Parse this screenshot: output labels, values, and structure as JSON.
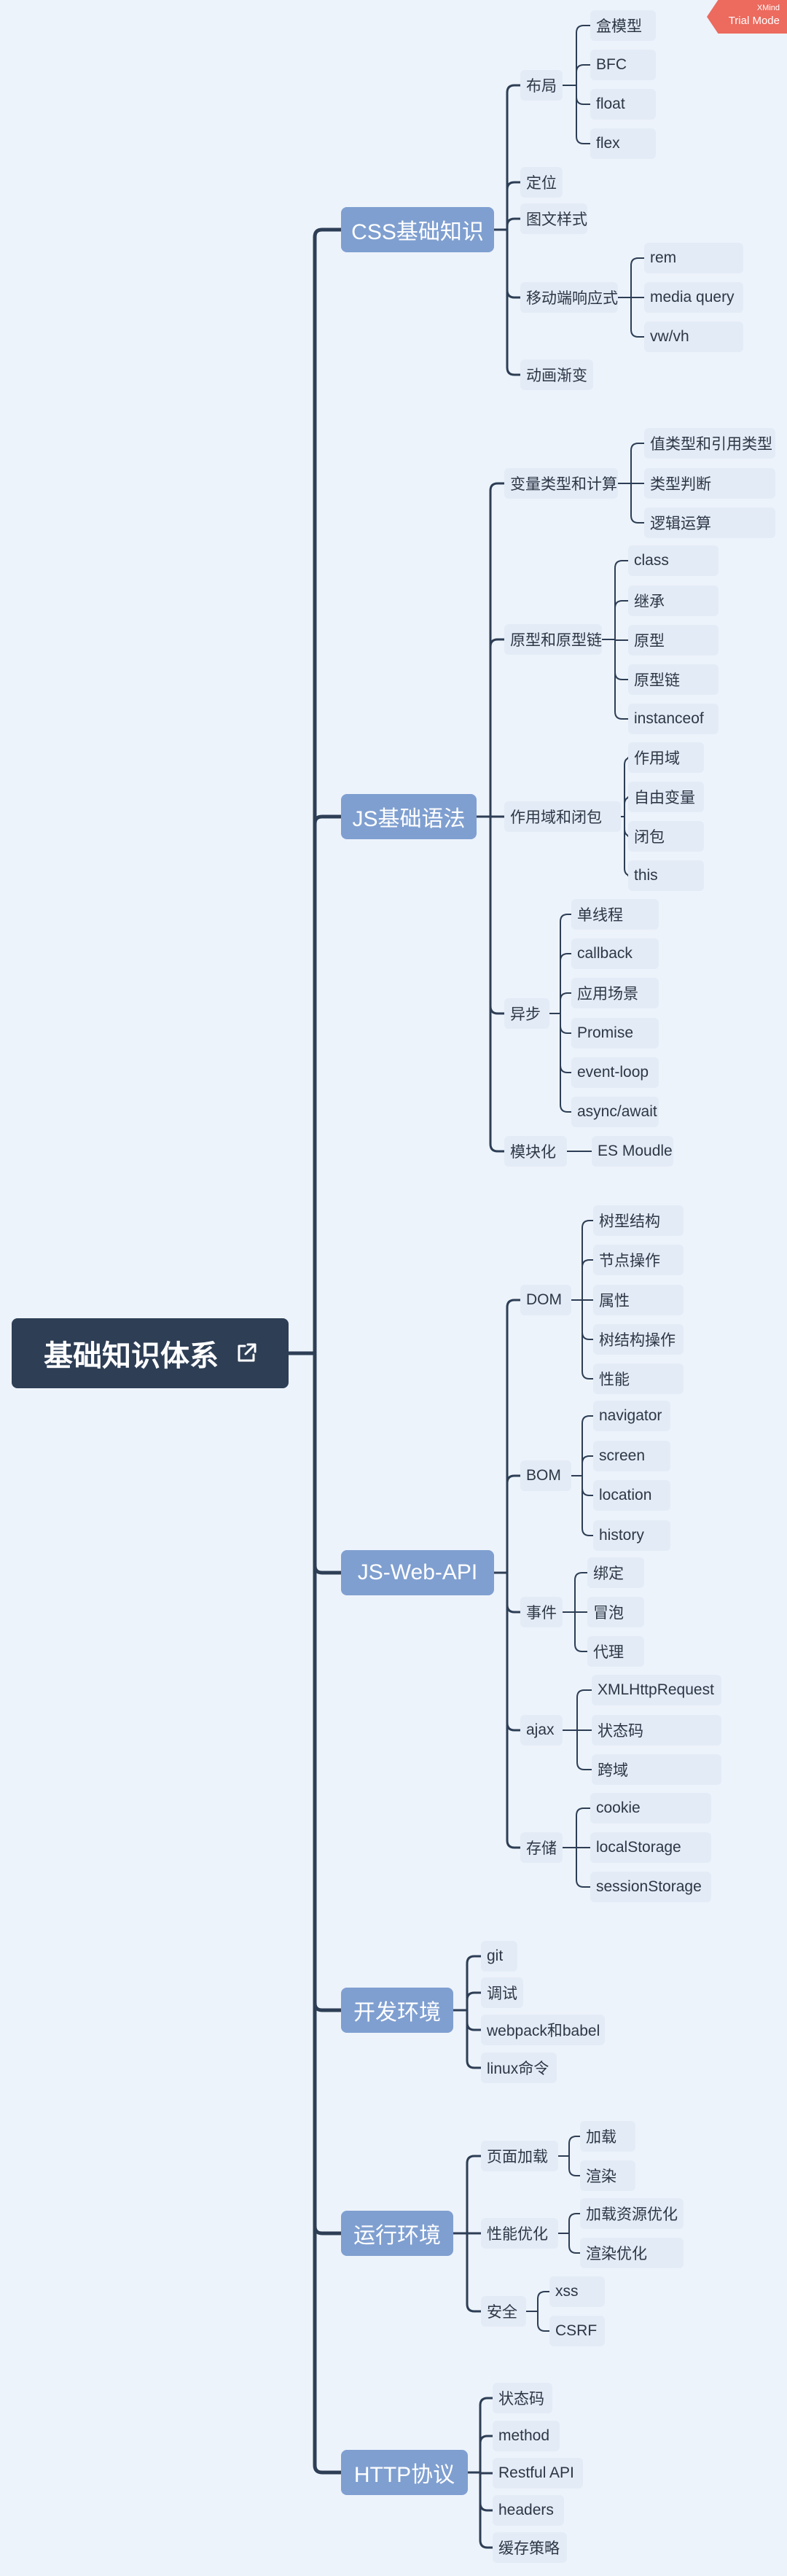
{
  "badge": {
    "line1": "XMind",
    "line2": "Trial Mode"
  },
  "root": {
    "label": "基础知识体系",
    "icon": "external-link-icon"
  },
  "colors": {
    "line": "#2d3e55",
    "root_bg": "#2d3e55",
    "branch_bg": "#7f9fd0",
    "leaf_bg": "#e3ebf6",
    "badge_bg": "#ec6a5e",
    "background": "#edf3fb"
  },
  "branches": [
    {
      "label": "CSS基础知识",
      "children": [
        {
          "label": "布局",
          "children": [
            {
              "label": "盒模型"
            },
            {
              "label": "BFC"
            },
            {
              "label": "float"
            },
            {
              "label": "flex"
            }
          ]
        },
        {
          "label": "定位"
        },
        {
          "label": "图文样式"
        },
        {
          "label": "移动端响应式",
          "children": [
            {
              "label": "rem"
            },
            {
              "label": "media query"
            },
            {
              "label": "vw/vh"
            }
          ]
        },
        {
          "label": "动画渐变"
        }
      ]
    },
    {
      "label": "JS基础语法",
      "children": [
        {
          "label": "变量类型和计算",
          "children": [
            {
              "label": "值类型和引用类型"
            },
            {
              "label": "类型判断"
            },
            {
              "label": "逻辑运算"
            }
          ]
        },
        {
          "label": "原型和原型链",
          "children": [
            {
              "label": "class"
            },
            {
              "label": "继承"
            },
            {
              "label": "原型"
            },
            {
              "label": "原型链"
            },
            {
              "label": "instanceof"
            }
          ]
        },
        {
          "label": "作用域和闭包",
          "children": [
            {
              "label": "作用域"
            },
            {
              "label": "自由变量"
            },
            {
              "label": "闭包"
            },
            {
              "label": "this"
            }
          ]
        },
        {
          "label": "异步",
          "children": [
            {
              "label": "单线程"
            },
            {
              "label": "callback"
            },
            {
              "label": "应用场景"
            },
            {
              "label": "Promise"
            },
            {
              "label": "event-loop"
            },
            {
              "label": "async/await"
            }
          ]
        },
        {
          "label": "模块化",
          "children": [
            {
              "label": "ES Moudle"
            }
          ]
        }
      ]
    },
    {
      "label": "JS-Web-API",
      "children": [
        {
          "label": "DOM",
          "children": [
            {
              "label": "树型结构"
            },
            {
              "label": "节点操作"
            },
            {
              "label": "属性"
            },
            {
              "label": "树结构操作"
            },
            {
              "label": "性能"
            }
          ]
        },
        {
          "label": "BOM",
          "children": [
            {
              "label": "navigator"
            },
            {
              "label": "screen"
            },
            {
              "label": "location"
            },
            {
              "label": "history"
            }
          ]
        },
        {
          "label": "事件",
          "children": [
            {
              "label": "绑定"
            },
            {
              "label": "冒泡"
            },
            {
              "label": "代理"
            }
          ]
        },
        {
          "label": "ajax",
          "children": [
            {
              "label": "XMLHttpRequest"
            },
            {
              "label": "状态码"
            },
            {
              "label": "跨域"
            }
          ]
        },
        {
          "label": "存储",
          "children": [
            {
              "label": "cookie"
            },
            {
              "label": "localStorage"
            },
            {
              "label": "sessionStorage"
            }
          ]
        }
      ]
    },
    {
      "label": "开发环境",
      "children": [
        {
          "label": "git"
        },
        {
          "label": "调试"
        },
        {
          "label": "webpack和babel"
        },
        {
          "label": "linux命令"
        }
      ]
    },
    {
      "label": "运行环境",
      "children": [
        {
          "label": "页面加载",
          "children": [
            {
              "label": "加载"
            },
            {
              "label": "渲染"
            }
          ]
        },
        {
          "label": "性能优化",
          "children": [
            {
              "label": "加载资源优化"
            },
            {
              "label": "渲染优化"
            }
          ]
        },
        {
          "label": "安全",
          "children": [
            {
              "label": "xss"
            },
            {
              "label": "CSRF"
            }
          ]
        }
      ]
    },
    {
      "label": "HTTP协议",
      "children": [
        {
          "label": "状态码"
        },
        {
          "label": "method"
        },
        {
          "label": "Restful API"
        },
        {
          "label": "headers"
        },
        {
          "label": "缓存策略"
        }
      ]
    }
  ]
}
